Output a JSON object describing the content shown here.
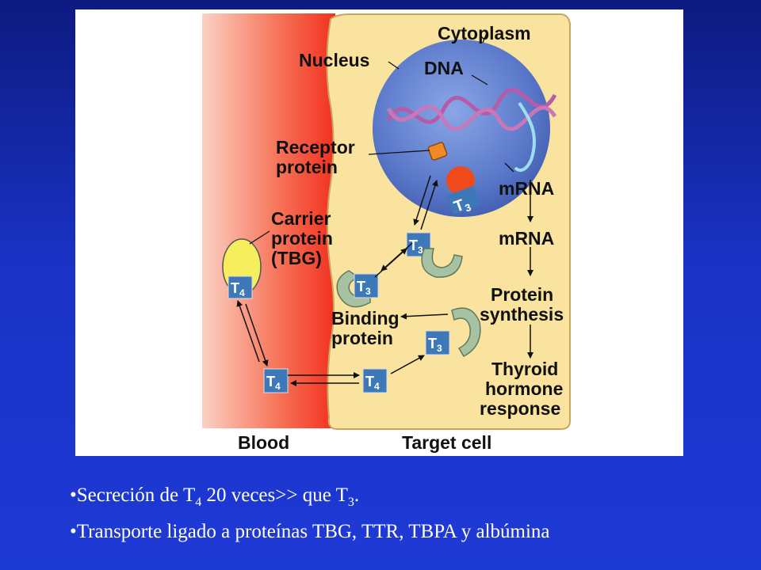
{
  "diagram": {
    "labels": {
      "cytoplasm": "Cytoplasm",
      "nucleus": "Nucleus",
      "dna": "DNA",
      "receptor_line1": "Receptor",
      "receptor_line2": "protein",
      "mrna_nucleus": "mRNA",
      "mrna_cytoplasm": "mRNA",
      "carrier_line1": "Carrier",
      "carrier_line2": "protein",
      "carrier_line3": "(TBG)",
      "protein_synth_line1": "Protein",
      "protein_synth_line2": "synthesis",
      "binding_line1": "Binding",
      "binding_line2": "protein",
      "thyroid_line1": "Thyroid",
      "thyroid_line2": "hormone",
      "thyroid_line3": "response",
      "blood": "Blood",
      "target_cell": "Target cell"
    },
    "hormones": {
      "t3_letter": "T",
      "t3_sub": "3",
      "t4_letter": "T",
      "t4_sub": "4"
    },
    "colors": {
      "blood_red": "#f23a2e",
      "cell_yellow": "#f9e39e",
      "nucleus_blue": "#5f7fd0",
      "receptor_orange": "#f08a28",
      "t3_binding_red": "#f04a1c",
      "hormone_box": "#3d78b8",
      "binding_protein": "#a6c2a2",
      "carrier_yellow": "#f7ee5e"
    }
  },
  "bullets": [
    {
      "pre": "•Secreción de T",
      "sub1": "4",
      "mid": " 20 veces>> que T",
      "sub2": "3",
      "post": "."
    },
    {
      "text": "•Transporte ligado a proteínas TBG, TTR, TBPA y albúmina"
    }
  ]
}
